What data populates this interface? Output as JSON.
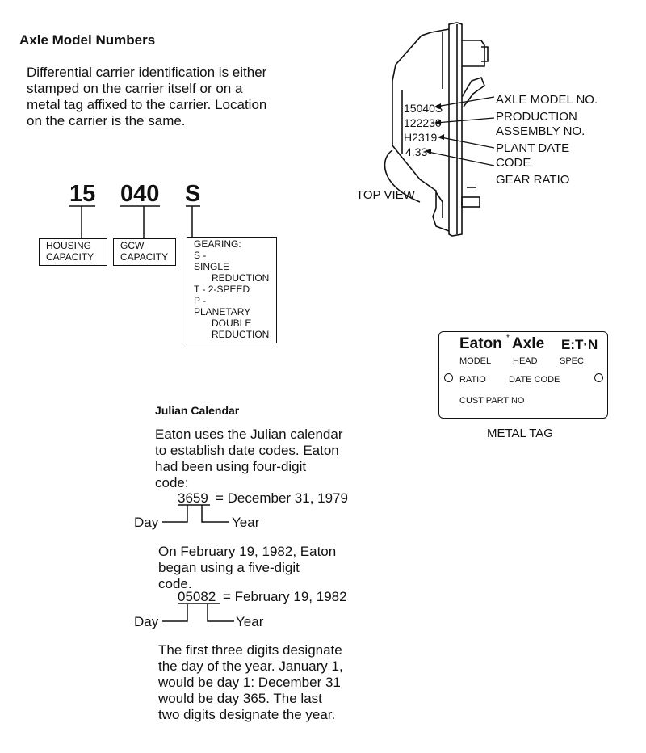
{
  "heading": "Axle Model Numbers",
  "intro_lines": [
    "Differential carrier identification is either",
    "stamped on the carrier itself or on a",
    "metal tag affixed to the carrier. Location",
    "on the carrier is the same."
  ],
  "model_code": {
    "part1": "15",
    "part2": "040",
    "part3": "S",
    "housing": [
      "HOUSING",
      "CAPACITY"
    ],
    "gcw": [
      "GCW",
      "CAPACITY"
    ],
    "gearing": {
      "title": "GEARING:",
      "lines": [
        "S -",
        "SINGLE",
        "REDUCTION",
        "T - 2-SPEED",
        "P -",
        "PLANETARY",
        "DOUBLE",
        "REDUCTION"
      ]
    }
  },
  "carrier_diagram": {
    "top_view": "TOP VIEW",
    "stamps": [
      "15040S",
      "122230",
      "H2319",
      "4.33"
    ],
    "labels": [
      "AXLE MODEL NO.",
      "PRODUCTION",
      "ASSEMBLY NO.",
      "PLANT DATE",
      "CODE",
      "GEAR RATIO"
    ]
  },
  "metal_tag": {
    "brand": "Eaton",
    "brand2": "Axle",
    "logo": "E:T·N",
    "model": "MODEL",
    "head": "HEAD",
    "spec": "SPEC.",
    "ratio": "RATIO",
    "date_code": "DATE CODE",
    "cust_part": "CUST PART NO",
    "caption": "METAL TAG"
  },
  "julian": {
    "heading": "Julian Calendar",
    "para1": [
      "Eaton uses the Julian calendar",
      "to establish date codes. Eaton",
      "had been using four-digit",
      "code:"
    ],
    "ex1_code": "3659",
    "ex1_eq": "= December 31, 1979",
    "day": "Day",
    "year": "Year",
    "para2": [
      "On February 19, 1982, Eaton",
      "began using a five-digit",
      "code."
    ],
    "ex2_code": "05082",
    "ex2_eq": "= February 19, 1982",
    "para3": [
      "The first three digits designate",
      "the day of the year. January 1,",
      "would be day 1: December 31",
      "would be day 365. The last",
      "two digits designate the year."
    ]
  }
}
